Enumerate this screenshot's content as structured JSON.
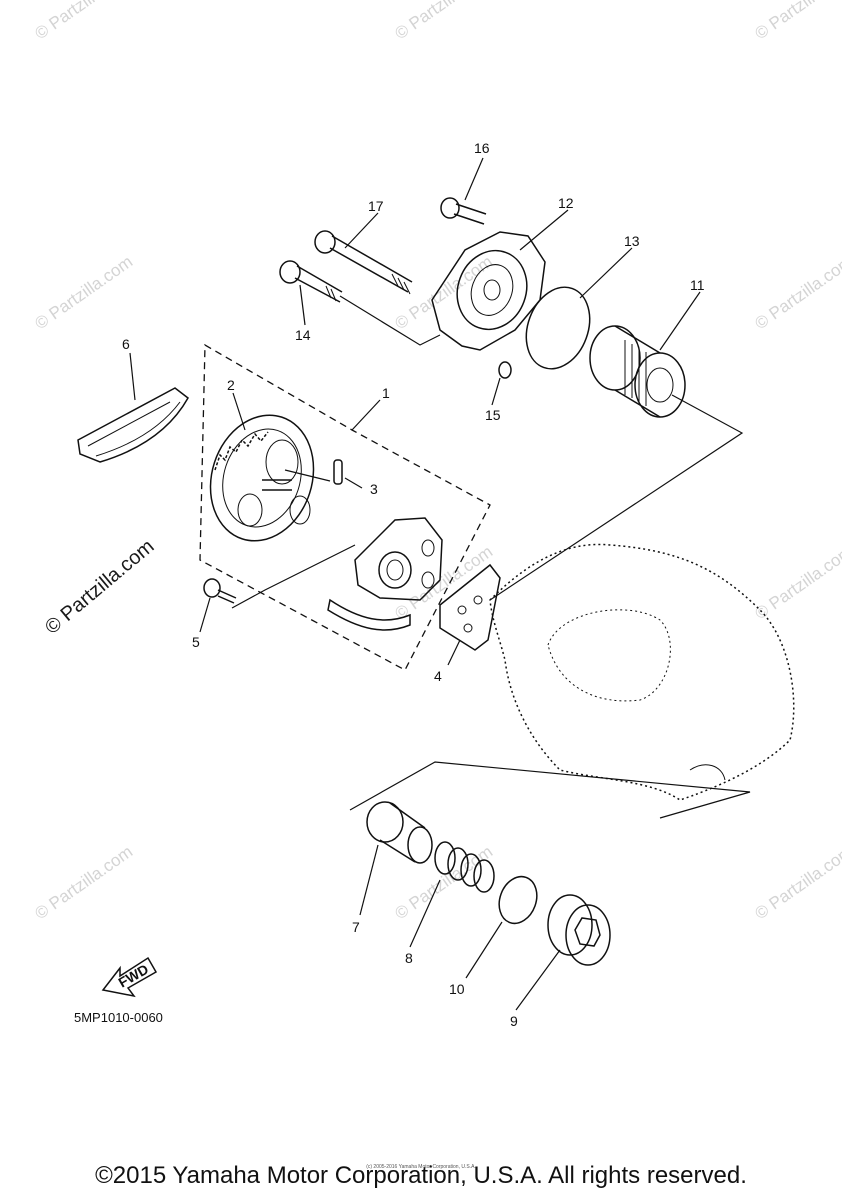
{
  "watermark_text": "© Partzilla.com",
  "diagram_code": "5MP1010-0060",
  "fwd_label": "FWD",
  "small_copyright": "(c) 2005-2016 Yamaha Motor Corporation, U.S.A.",
  "footer_copyright": "©2015 Yamaha Motor Corporation, U.S.A. All rights reserved.",
  "callouts": {
    "c1": "1",
    "c2": "2",
    "c3": "3",
    "c4": "4",
    "c5": "5",
    "c6": "6",
    "c7": "7",
    "c8": "8",
    "c9": "9",
    "c10": "10",
    "c11": "11",
    "c12": "12",
    "c13": "13",
    "c14": "14",
    "c15": "15",
    "c16": "16",
    "c17": "17"
  },
  "colors": {
    "line": "#111111",
    "watermark": "#d4d4d4",
    "background": "#ffffff"
  }
}
